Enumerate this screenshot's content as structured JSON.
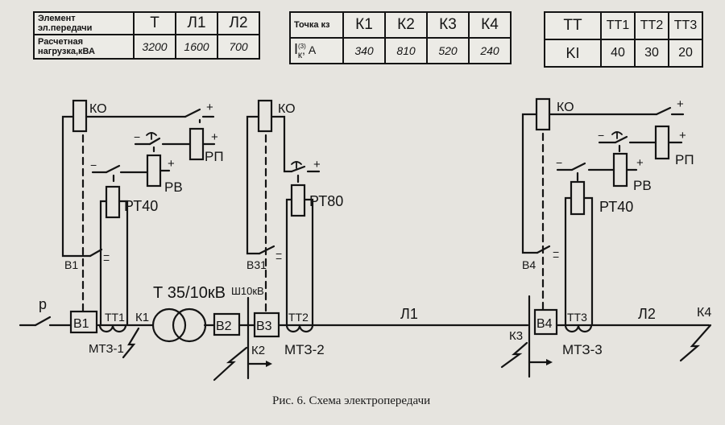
{
  "table_load": {
    "row1_header": [
      "Элемент",
      "эл.передачи"
    ],
    "row2_header": [
      "Расчетная",
      "нагрузка,кВА"
    ],
    "elements": [
      "Т",
      "Л1",
      "Л2"
    ],
    "loads": [
      "3200",
      "1600",
      "700"
    ]
  },
  "table_short_circuit": {
    "row1_header": "Точка кз",
    "row2_header": "I",
    "row2_header_sup": "(3)",
    "row2_header_sub": "к",
    "row2_header_unit": ", А",
    "points": [
      "К1",
      "К2",
      "К3",
      "К4"
    ],
    "currents": [
      "340",
      "810",
      "520",
      "240"
    ]
  },
  "table_ct": {
    "row1_header": "ТТ",
    "row2_header": "KI",
    "cts": [
      "ТТ1",
      "ТТ2",
      "ТТ3"
    ],
    "ratios": [
      "40",
      "30",
      "20"
    ]
  },
  "scheme": {
    "protection1": {
      "trip_coil": "КО",
      "intermediate_relay": "РП",
      "time_relay": "РВ",
      "current_relay": "РТ40",
      "aux_contact": "В1",
      "breaker": "В1",
      "ct": "ТТ1",
      "protection": "МТЗ-1"
    },
    "protection2": {
      "trip_coil": "КО",
      "current_relay": "РТ80",
      "aux_contact": "В31",
      "breaker": "В3",
      "ct": "ТТ2",
      "protection": "МТЗ-2"
    },
    "protection3": {
      "trip_coil": "КО",
      "intermediate_relay": "РП",
      "time_relay": "РВ",
      "current_relay": "РТ40",
      "aux_contact": "В4",
      "breaker": "В4",
      "ct": "ТТ3",
      "protection": "МТЗ-3"
    },
    "disconnector": "р",
    "transformer": "Т 35/10кВ",
    "breaker2": "В2",
    "bus": "Ш10кВ",
    "line1": "Л1",
    "line2": "Л2",
    "faults": [
      "К1",
      "К2",
      "К3",
      "К4"
    ],
    "plus": "+",
    "minus": "−"
  },
  "caption": "Рис. 6. Схема электропередачи"
}
